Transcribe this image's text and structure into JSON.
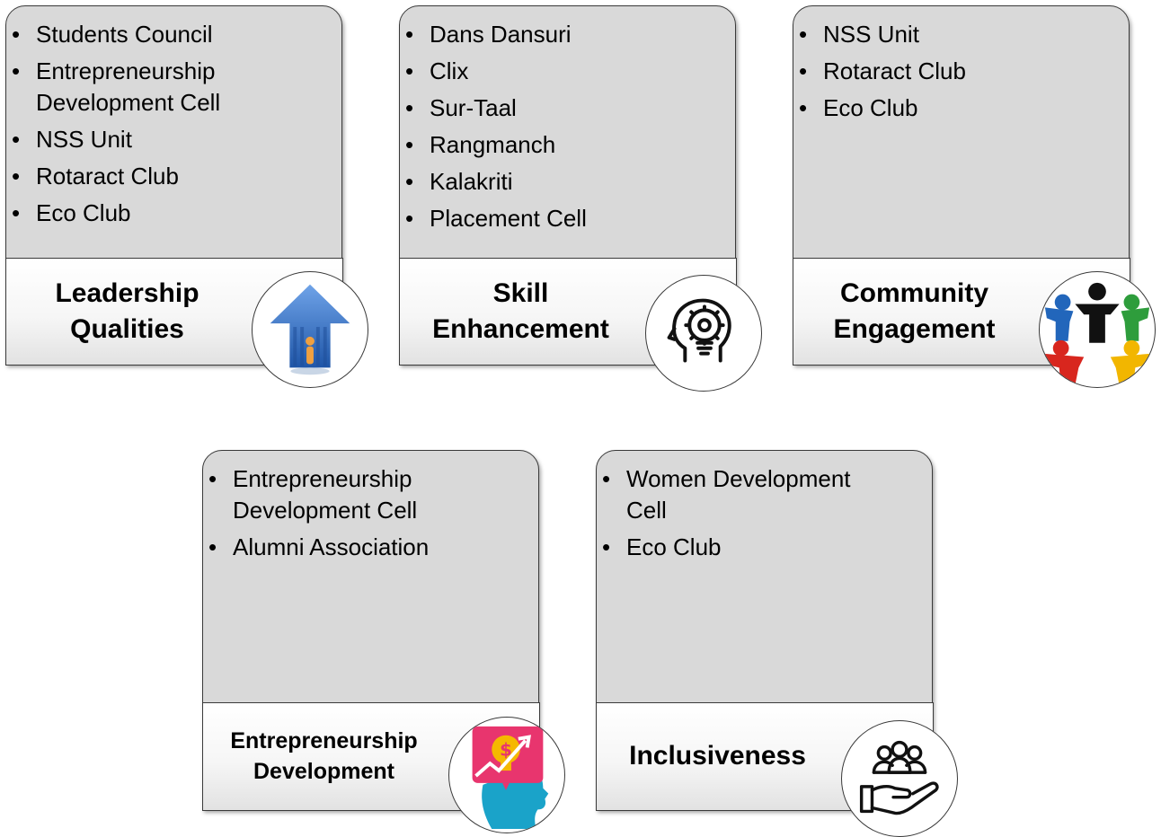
{
  "cards": [
    {
      "items": [
        "Students Council",
        "Entrepreneurship Development Cell",
        "NSS Unit",
        "Rotaract Club",
        "Eco Club"
      ],
      "title_line1": "Leadership",
      "title_line2": "Qualities",
      "icon": "crowd-arrow-icon"
    },
    {
      "items": [
        "Dans Dansuri",
        "Clix",
        "Sur-Taal",
        "Rangmanch",
        "Kalakriti",
        "Placement Cell"
      ],
      "title_line1": "Skill",
      "title_line2": "Enhancement",
      "icon": "head-gear-bulb-icon"
    },
    {
      "items": [
        "NSS Unit",
        "Rotaract Club",
        "Eco Club"
      ],
      "title_line1": "Community",
      "title_line2": "Engagement",
      "icon": "people-circle-icon"
    },
    {
      "items": [
        "Entrepreneurship Development Cell",
        "Alumni Association"
      ],
      "title_line1": "Entrepreneurship",
      "title_line2": "Development",
      "icon": "idea-money-icon"
    },
    {
      "items": [
        "Women Development Cell",
        "Eco Club"
      ],
      "title_line1": "Inclusiveness",
      "title_line2": "",
      "icon": "hand-people-icon"
    }
  ],
  "colors": {
    "card_fill": "#d9d9d9",
    "border": "#3a3a3a",
    "crowd_blue": "#2f6fc7",
    "leader_orange": "#f0a040",
    "icon_pink": "#e8356e",
    "icon_yellow": "#f5b800",
    "icon_cyan": "#1aa3c9"
  }
}
